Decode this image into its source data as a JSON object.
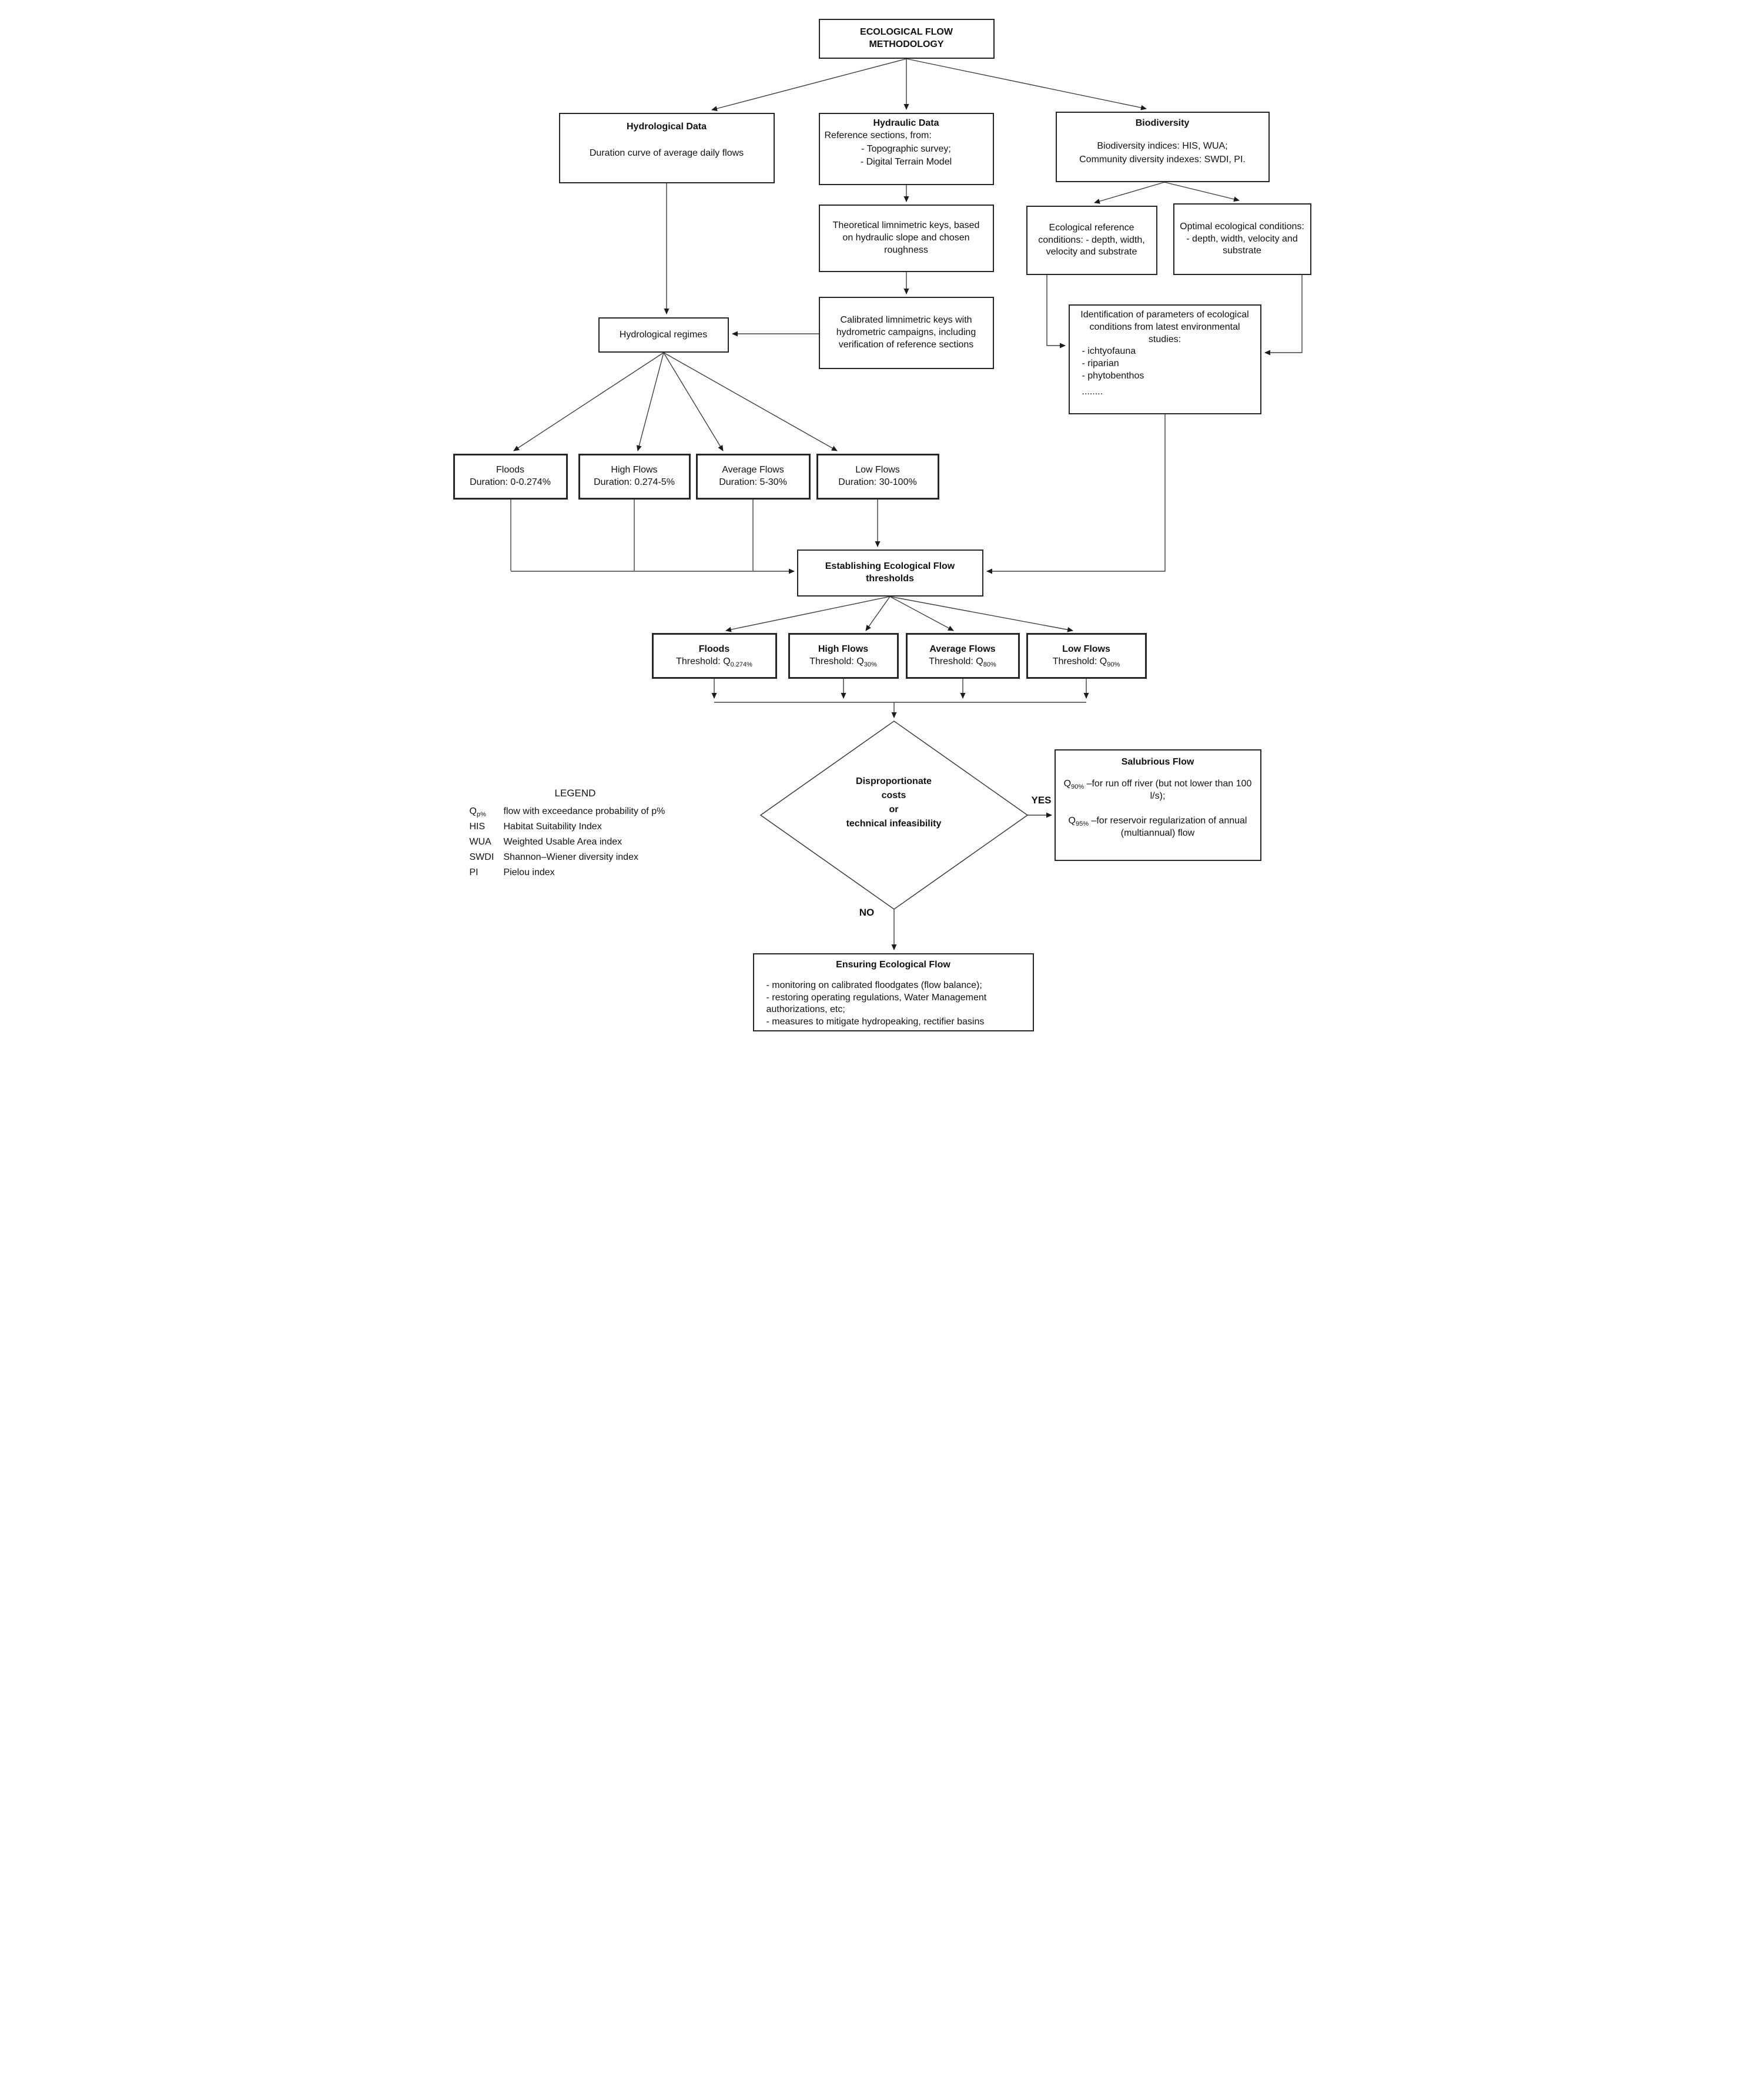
{
  "title": {
    "line1": "ECOLOGICAL FLOW",
    "line2": "METHODOLOGY"
  },
  "hydrological_data": {
    "title": "Hydrological Data",
    "body": "Duration curve of average daily flows"
  },
  "hydraulic_data": {
    "title": "Hydraulic Data",
    "intro": "Reference sections, from:",
    "items": [
      "- Topographic survey;",
      "- Digital Terrain Model"
    ]
  },
  "biodiversity": {
    "title": "Biodiversity",
    "line1": "Biodiversity indices: HIS, WUA;",
    "line2": "Community diversity indexes: SWDI, PI."
  },
  "theoretical_keys": {
    "body": "Theoretical limnimetric keys, based on hydraulic slope and chosen roughness"
  },
  "eco_reference": {
    "body": "Ecological reference conditions: - depth, width, velocity and substrate"
  },
  "optimal_conditions": {
    "body": "Optimal ecological conditions: - depth, width, velocity and substrate"
  },
  "calibrated_keys": {
    "body": "Calibrated limnimetric keys with hydrometric campaigns, including verification of reference sections"
  },
  "hydrological_regimes": {
    "label": "Hydrological regimes"
  },
  "identification": {
    "intro": "Identification of parameters of ecological conditions from latest environmental studies:",
    "items": [
      "- ichtyofauna",
      "- riparian",
      "- phytobenthos",
      "........"
    ]
  },
  "durations": [
    {
      "title": "Floods",
      "body": "Duration: 0-0.274%"
    },
    {
      "title": "High Flows",
      "body": "Duration: 0.274-5%"
    },
    {
      "title": "Average Flows",
      "body": "Duration: 5-30%"
    },
    {
      "title": "Low Flows",
      "body": "Duration: 30-100%"
    }
  ],
  "establishing": {
    "label": "Establishing Ecological Flow thresholds"
  },
  "thresholds": [
    {
      "title": "Floods",
      "prefix": "Threshold: Q",
      "sub": "0.274%"
    },
    {
      "title": "High Flows",
      "prefix": "Threshold: Q",
      "sub": "30%"
    },
    {
      "title": "Average Flows",
      "prefix": "Threshold: Q",
      "sub": "80%"
    },
    {
      "title": "Low Flows",
      "prefix": "Threshold: Q",
      "sub": "90%"
    }
  ],
  "decision": {
    "lines": [
      "Disproportionate",
      "costs",
      "or",
      "technical infeasibility"
    ],
    "yes": "YES",
    "no": "NO"
  },
  "salubrious": {
    "title": "Salubrious Flow",
    "item1": {
      "prefix": "Q",
      "sub": "90%",
      "text": " –for run off river (but not lower than 100 l/s);"
    },
    "item2": {
      "prefix": "Q",
      "sub": "95%",
      "text": " –for reservoir regularization of annual (multiannual) flow"
    }
  },
  "legend": {
    "title": "LEGEND",
    "entries": [
      {
        "key": "Q",
        "key_sub": "p%",
        "desc": "flow with exceedance probability of p%"
      },
      {
        "key": "HIS",
        "desc": "Habitat Suitability Index"
      },
      {
        "key": "WUA",
        "desc": "Weighted Usable Area index"
      },
      {
        "key": "SWDI",
        "desc": "Shannon–Wiener diversity index"
      },
      {
        "key": "PI",
        "desc": "Pielou index"
      }
    ]
  },
  "ensuring": {
    "title": "Ensuring Ecological Flow",
    "items": [
      "- monitoring on calibrated floodgates (flow balance);",
      "- restoring operating regulations, Water Management authorizations, etc;",
      "- measures to mitigate hydropeaking, rectifier basins"
    ]
  }
}
